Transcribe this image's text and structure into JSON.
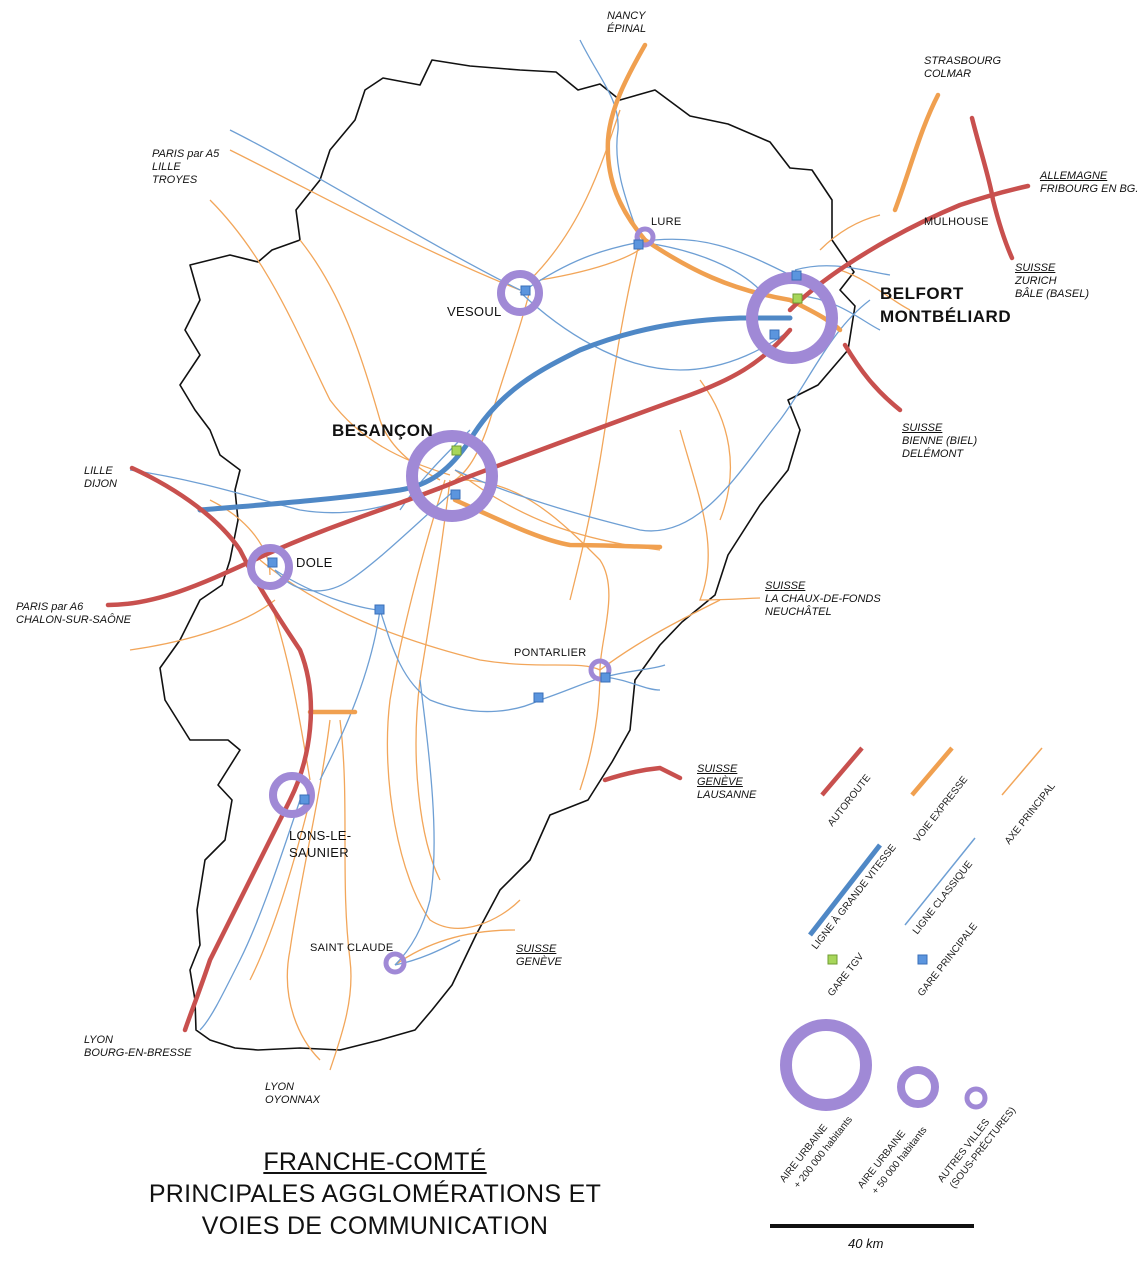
{
  "title": {
    "line1": "FRANCHE-COMTÉ",
    "line2": "PRINCIPALES AGGLOMÉRATIONS ET",
    "line3": "VOIES DE COMMUNICATION"
  },
  "cities": {
    "besancon": "BESANÇON",
    "belfort": "BELFORT",
    "montbeliard": "MONTBÉLIARD",
    "vesoul": "VESOUL",
    "lure": "LURE",
    "dole": "DOLE",
    "pontarlier": "PONTARLIER",
    "lons_1": "LONS-LE-",
    "lons_2": "SAUNIER",
    "saint_claude": "SAINT CLAUDE",
    "mulhouse": "MULHOUSE"
  },
  "external": {
    "nancy": [
      "NANCY",
      "ÉPINAL"
    ],
    "strasbourg": [
      "STRASBOURG",
      "COLMAR"
    ],
    "allemagne": [
      "ALLEMAGNE",
      "FRIBOURG EN BG."
    ],
    "suisse_zurich": [
      "SUISSE",
      "ZURICH",
      "BÂLE (BASEL)"
    ],
    "suisse_bienne": [
      "SUISSE",
      "BIENNE (BIEL)",
      "DELÉMONT"
    ],
    "suisse_neuchatel": [
      "SUISSE",
      "LA CHAUX-DE-FONDS",
      "NEUCHÂTEL"
    ],
    "suisse_lausanne": [
      "SUISSE",
      "GENÈVE",
      "LAUSANNE"
    ],
    "suisse_geneve": [
      "SUISSE",
      "GENÈVE"
    ],
    "paris_a5": [
      "PARIS par A5",
      "LILLE",
      "TROYES"
    ],
    "lille_dijon": [
      "LILLE",
      "DIJON"
    ],
    "paris_a6": [
      "PARIS par A6",
      "CHALON-SUR-SAÔNE"
    ],
    "lyon_bourg": [
      "LYON",
      "BOURG-EN-BRESSE"
    ],
    "lyon_oyonnax": [
      "LYON",
      "OYONNAX"
    ]
  },
  "legend": {
    "autoroute": "AUTOROUTE",
    "voie_expresse": "VOIE EXPRESSE",
    "axe_principal": "AXE PRINCIPAL",
    "lgv": "LIGNE À GRANDE VITESSE",
    "ligne_classique": "LIGNE CLASSIQUE",
    "gare_tgv": "GARE TGV",
    "gare_principale": "GARE PRINCIPALE",
    "aire_200k_1": "AIRE URBAINE",
    "aire_200k_2": "+ 200 000 habitants",
    "aire_50k_1": "AIRE URBAINE",
    "aire_50k_2": "+ 50 000 habitants",
    "autres_1": "AUTRES VILLES",
    "autres_2": "(SOUS-PRÉCTURES)"
  },
  "scale": "40 km",
  "colors": {
    "autoroute": "#c8504e",
    "voie_expresse": "#f0a050",
    "axe_principal": "#f2a65a",
    "lgv": "#4f88c6",
    "ligne_classique": "#6e9fd4",
    "gare_tgv": "#a7d65a",
    "gare_principale": "#5b95de",
    "agglomeration": "#a089d6",
    "border": "#111111"
  }
}
